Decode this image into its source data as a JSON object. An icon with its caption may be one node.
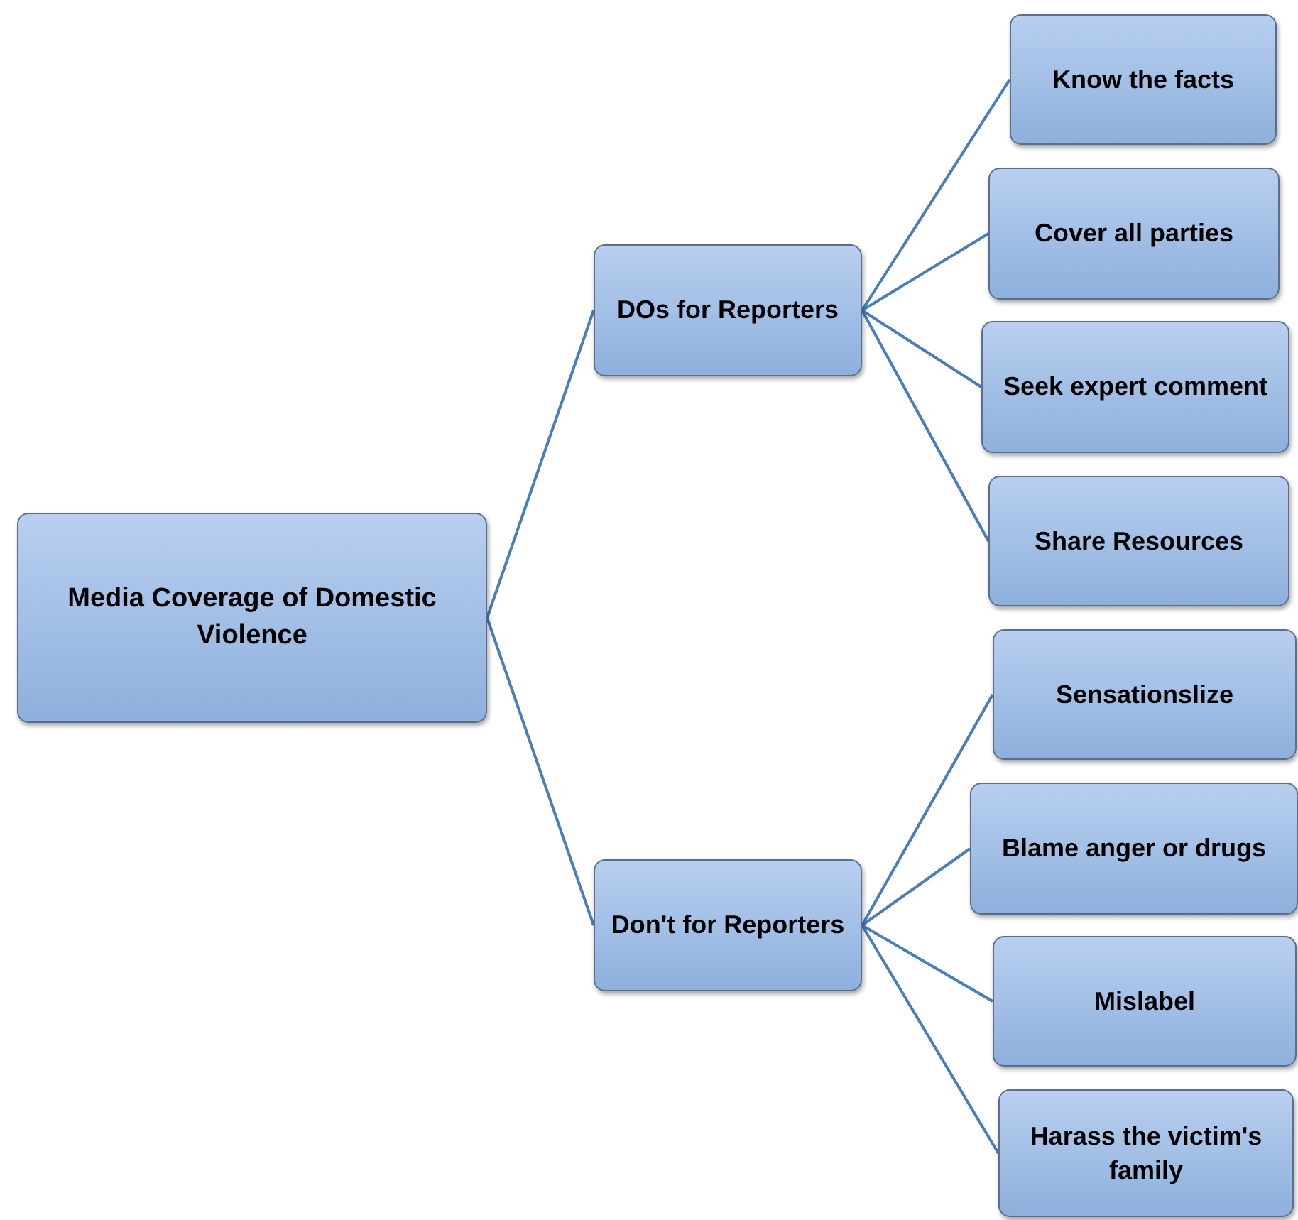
{
  "diagram": {
    "nodes": [
      {
        "text": [
          "Media Coverage of Domestic Violence"
        ]
      },
      {
        "text": [
          "DOs for Reporters"
        ]
      },
      {
        "text": [
          "Know the facts"
        ]
      },
      {
        "text": [
          "Cover all parties"
        ]
      },
      {
        "text": [
          "Seek expert comment"
        ]
      },
      {
        "text": [
          "Share Resources"
        ]
      },
      {
        "text": [
          "Don't for Reporters"
        ]
      },
      {
        "text": [
          "Sensationslize"
        ]
      },
      {
        "text": [
          "Blame anger or drugs"
        ]
      },
      {
        "text": [
          "Mislabel"
        ]
      },
      {
        "text": [
          "Harass the victim's family"
        ]
      }
    ],
    "edges": [
      {
        "from": 0,
        "to": 1,
        "arrow": "none"
      },
      {
        "from": 0,
        "to": 6,
        "arrow": "none"
      },
      {
        "from": 1,
        "to": 2,
        "arrow": "none"
      },
      {
        "from": 1,
        "to": 3,
        "arrow": "none"
      },
      {
        "from": 1,
        "to": 4,
        "arrow": "none"
      },
      {
        "from": 1,
        "to": 5,
        "arrow": "none"
      },
      {
        "from": 6,
        "to": 7,
        "arrow": "none"
      },
      {
        "from": 6,
        "to": 8,
        "arrow": "none"
      },
      {
        "from": 6,
        "to": 9,
        "arrow": "none"
      },
      {
        "from": 6,
        "to": 10,
        "arrow": "none"
      }
    ]
  }
}
